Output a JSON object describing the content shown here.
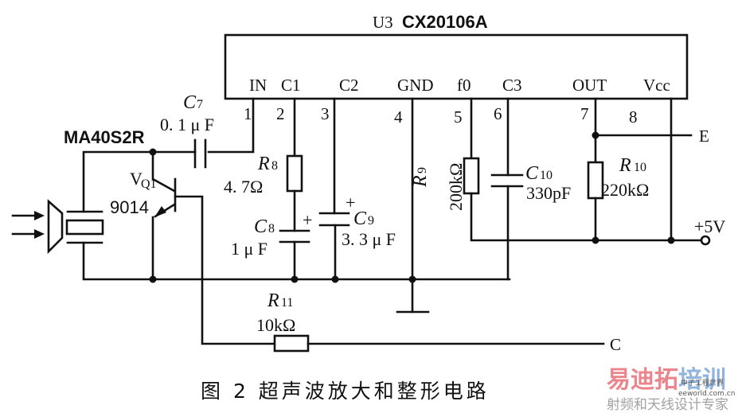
{
  "ic": {
    "ref": "U3",
    "part": "CX20106A",
    "pins": [
      {
        "num": "1",
        "name": "IN"
      },
      {
        "num": "2",
        "name": "C1"
      },
      {
        "num": "3",
        "name": "C2"
      },
      {
        "num": "4",
        "name": "GND"
      },
      {
        "num": "5",
        "name": "f0"
      },
      {
        "num": "6",
        "name": "C3"
      },
      {
        "num": "7",
        "name": "OUT"
      },
      {
        "num": "8",
        "name": "Vcc"
      }
    ]
  },
  "components": {
    "transducer": {
      "label": "MA40S2R"
    },
    "transistor": {
      "ref": "V",
      "ref_sub": "Q1",
      "part": "9014"
    },
    "c7": {
      "ref": "C",
      "sub": "7",
      "value": "0. 1 μ F"
    },
    "r8": {
      "ref": "R",
      "sub": "8",
      "value": "4. 7Ω"
    },
    "c8": {
      "ref": "C",
      "sub": "8",
      "value": "1 μ F",
      "polarity": "+"
    },
    "c9": {
      "ref": "C",
      "sub": "9",
      "value": "3. 3 μ F",
      "polarity": "+"
    },
    "r9": {
      "ref": "R",
      "sub": "9",
      "value": "200kΩ"
    },
    "c10": {
      "ref": "C",
      "sub": "10",
      "value": "330pF"
    },
    "r10": {
      "ref": "R",
      "sub": "10",
      "value": "220kΩ"
    },
    "r11": {
      "ref": "R",
      "sub": "11",
      "value": "10kΩ"
    }
  },
  "nets": {
    "output_e": "E",
    "output_c": "C",
    "supply": "+5V"
  },
  "caption": "图 2   超声波放大和整形电路",
  "watermark": {
    "brand_red": "易迪拓",
    "brand_blue": "培训",
    "tagline": "射频和天线设计专家",
    "site_small": "中子工程世界",
    "site_url": "eeworld.com.cn"
  }
}
